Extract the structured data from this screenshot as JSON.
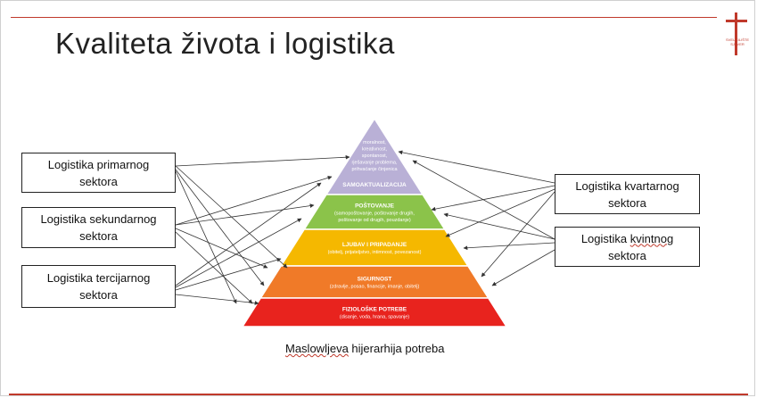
{
  "slide": {
    "title": "Kvaliteta života i logistika",
    "caption_part1": "Maslowljeva",
    "caption_part2": " hijerarhija potreba"
  },
  "logo": {
    "top_text": "",
    "bottom_text_line1": "SVEUČILIŠTE",
    "bottom_text_line2": "SJEVER"
  },
  "left_boxes": [
    {
      "line1": "Logistika primarnog",
      "line2": "sektora"
    },
    {
      "line1": "Logistika sekundarnog",
      "line2": "sektora"
    },
    {
      "line1": "Logistika tercijarnog",
      "line2": "sektora"
    }
  ],
  "right_boxes": [
    {
      "line1": "Logistika kvartarnog",
      "line2": "sektora"
    },
    {
      "line1_part1": "Logistika ",
      "line1_part2": "kvintnog",
      "line2": "sektora"
    }
  ],
  "pyramid": [
    {
      "title": "SAMOAKTUALIZACIJA",
      "desc": [
        "moralnost,",
        "kreativnost,",
        "spontanost,",
        "rješavanje problema,",
        "prihvaćanje činjenica"
      ],
      "color": "#b9b0d6"
    },
    {
      "title": "POŠTOVANJE",
      "desc": [
        "(samopoštovanje, poštovanje drugih,",
        "poštovanje od drugih, pouzdanje)"
      ],
      "color": "#8bc34a"
    },
    {
      "title": "LJUBAV I PRIPADANJE",
      "desc": [
        "(obitelj, prijateljstvo, intimnost, povezanost)"
      ],
      "color": "#f5b800"
    },
    {
      "title": "SIGURNOST",
      "desc": [
        "(zdravlje, posao, financije, imanje, obitelj)"
      ],
      "color": "#f07a28"
    },
    {
      "title": "FIZIOLOŠKE POTREBE",
      "desc": [
        "(disanje, voda, hrana, spavanje)"
      ],
      "color": "#e8231e"
    }
  ],
  "colors": {
    "accent": "#c0392b",
    "arrow": "#333333"
  }
}
